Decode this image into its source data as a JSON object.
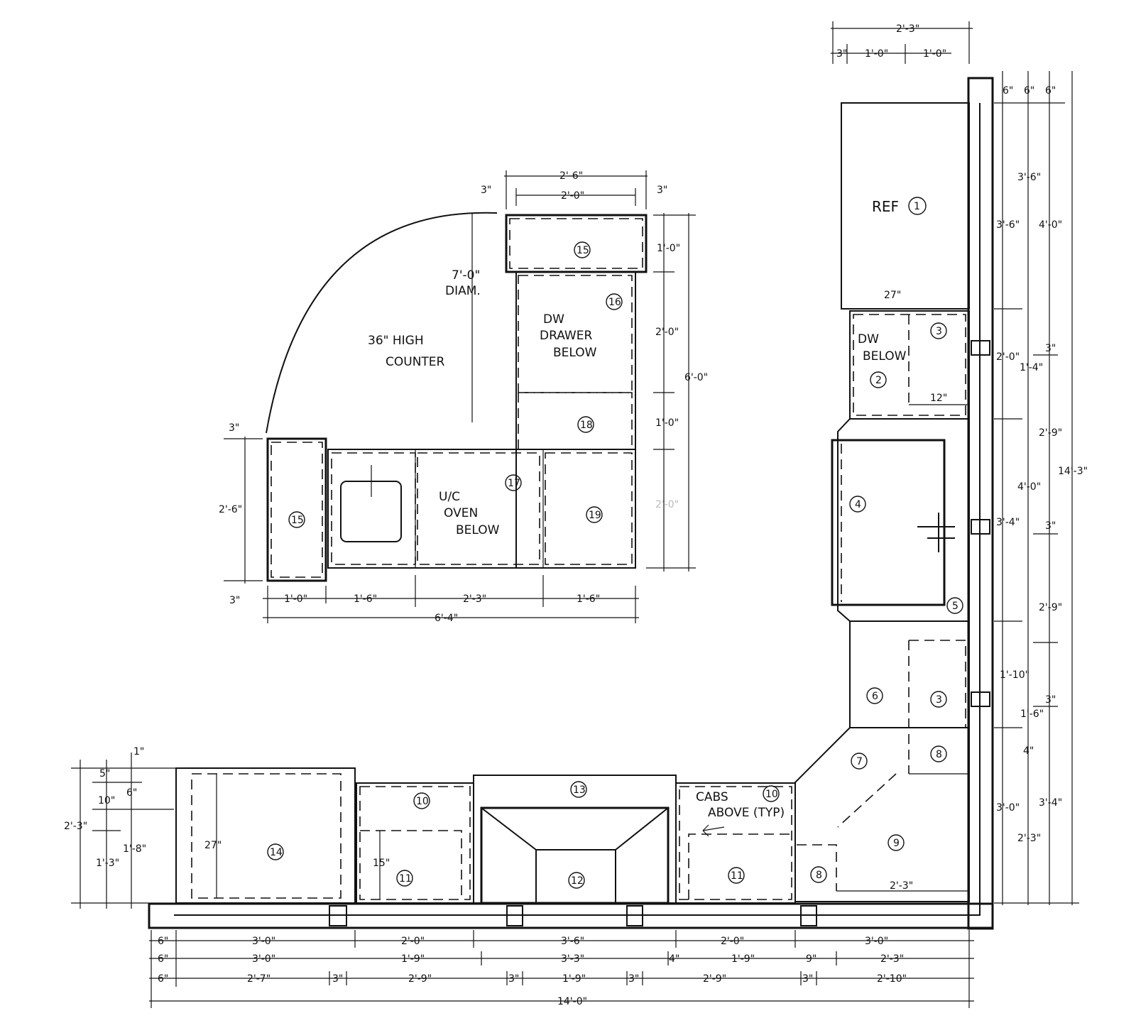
{
  "diagram": {
    "notes": {
      "high_counter_line1": "36\" HIGH",
      "high_counter_line2": "COUNTER",
      "diameter_line1": "7'-0\"",
      "diameter_line2": "DIAM.",
      "dw_drawer_line1": "DW",
      "dw_drawer_line2": "DRAWER",
      "dw_drawer_line3": "BELOW",
      "uc_oven_line1": "U/C",
      "uc_oven_line2": "OVEN",
      "uc_oven_line3": "BELOW",
      "dw_below_line1": "DW",
      "dw_below_line2": "BELOW",
      "ref": "REF",
      "cabs_above_line1": "CABS",
      "cabs_above_line2": "ABOVE (TYP)"
    },
    "tags": {
      "t1": "1",
      "t2": "2",
      "t3a": "3",
      "t3b": "3",
      "t4": "4",
      "t5": "5",
      "t6": "6",
      "t7": "7",
      "t8a": "8",
      "t8b": "8",
      "t9": "9",
      "t10a": "10",
      "t10b": "10",
      "t11a": "11",
      "t11b": "11",
      "t12": "12",
      "t13": "13",
      "t14": "14",
      "t15a": "15",
      "t15b": "15",
      "t16": "16",
      "t17": "17",
      "t18": "18",
      "t19": "19"
    },
    "island_dims": {
      "top_overall": "2'-6\"",
      "top_inner": "2'-0\"",
      "top_left_3": "3\"",
      "top_right_3": "3\"",
      "right_1": "1'-0\"",
      "right_2": "2'-0\"",
      "right_3": "1'-0\"",
      "right_4": "2'-0\"",
      "right_overall": "6'-0\"",
      "left_overall": "2'-6\"",
      "left_top_3": "3\"",
      "left_bot_3": "3\"",
      "bottom_1": "1'-0\"",
      "bottom_2": "1'-6\"",
      "bottom_3": "2'-3\"",
      "bottom_4": "1'-6\"",
      "bottom_overall": "6'-4\""
    },
    "right_wall_dims": {
      "top_overall": "2'-3\"",
      "top_a": "3\"",
      "top_b": "1'-0\"",
      "top_c": "1'-0\"",
      "col_6a": "6\"",
      "col_6b": "6\"",
      "col_6c": "6\"",
      "a1": "3'-6\"",
      "a2": "3'-6\"",
      "a3": "4'-0\"",
      "ref_depth": "27\"",
      "b1": "2'-0\"",
      "b2": "1'-4\"",
      "b3": "3\"",
      "b4": "12\"",
      "c1": "2'-9\"",
      "c2": "4'-0\"",
      "c3": "3'-4\"",
      "c4": "3\"",
      "c5": "2'-9\"",
      "d1": "1'-10\"",
      "d2": "3\"",
      "d3": "1'-6\"",
      "d4": "4\"",
      "e1": "3'-0\"",
      "e2": "3'-4\"",
      "e3": "2'-3\"",
      "corner_2_3": "2'-3\"",
      "overall": "14'-3\""
    },
    "left_dims": {
      "one_in": "1\"",
      "five_in": "5\"",
      "six_in": "6\"",
      "ten_in": "10\"",
      "overall": "2'-3\"",
      "lower": "1'-3\"",
      "one_8": "1'-8\"",
      "depth_27": "27\"",
      "depth_15": "15\""
    },
    "bottom_dims": {
      "row1": [
        "6\"",
        "3'-0\"",
        "2'-0\"",
        "3'-6\"",
        "2'-0\"",
        "3'-0\""
      ],
      "row2": [
        "6\"",
        "3'-0\"",
        "1'-9\"",
        "3'-3\"",
        "4\"",
        "1'-9\"",
        "9\"",
        "2'-3\""
      ],
      "row3": [
        "6\"",
        "2'-7\"",
        "3\"",
        "2'-9\"",
        "3\"",
        "1'-9\"",
        "3\"",
        "2'-9\"",
        "3\"",
        "2'-10\""
      ],
      "overall": "14'-0\""
    }
  }
}
